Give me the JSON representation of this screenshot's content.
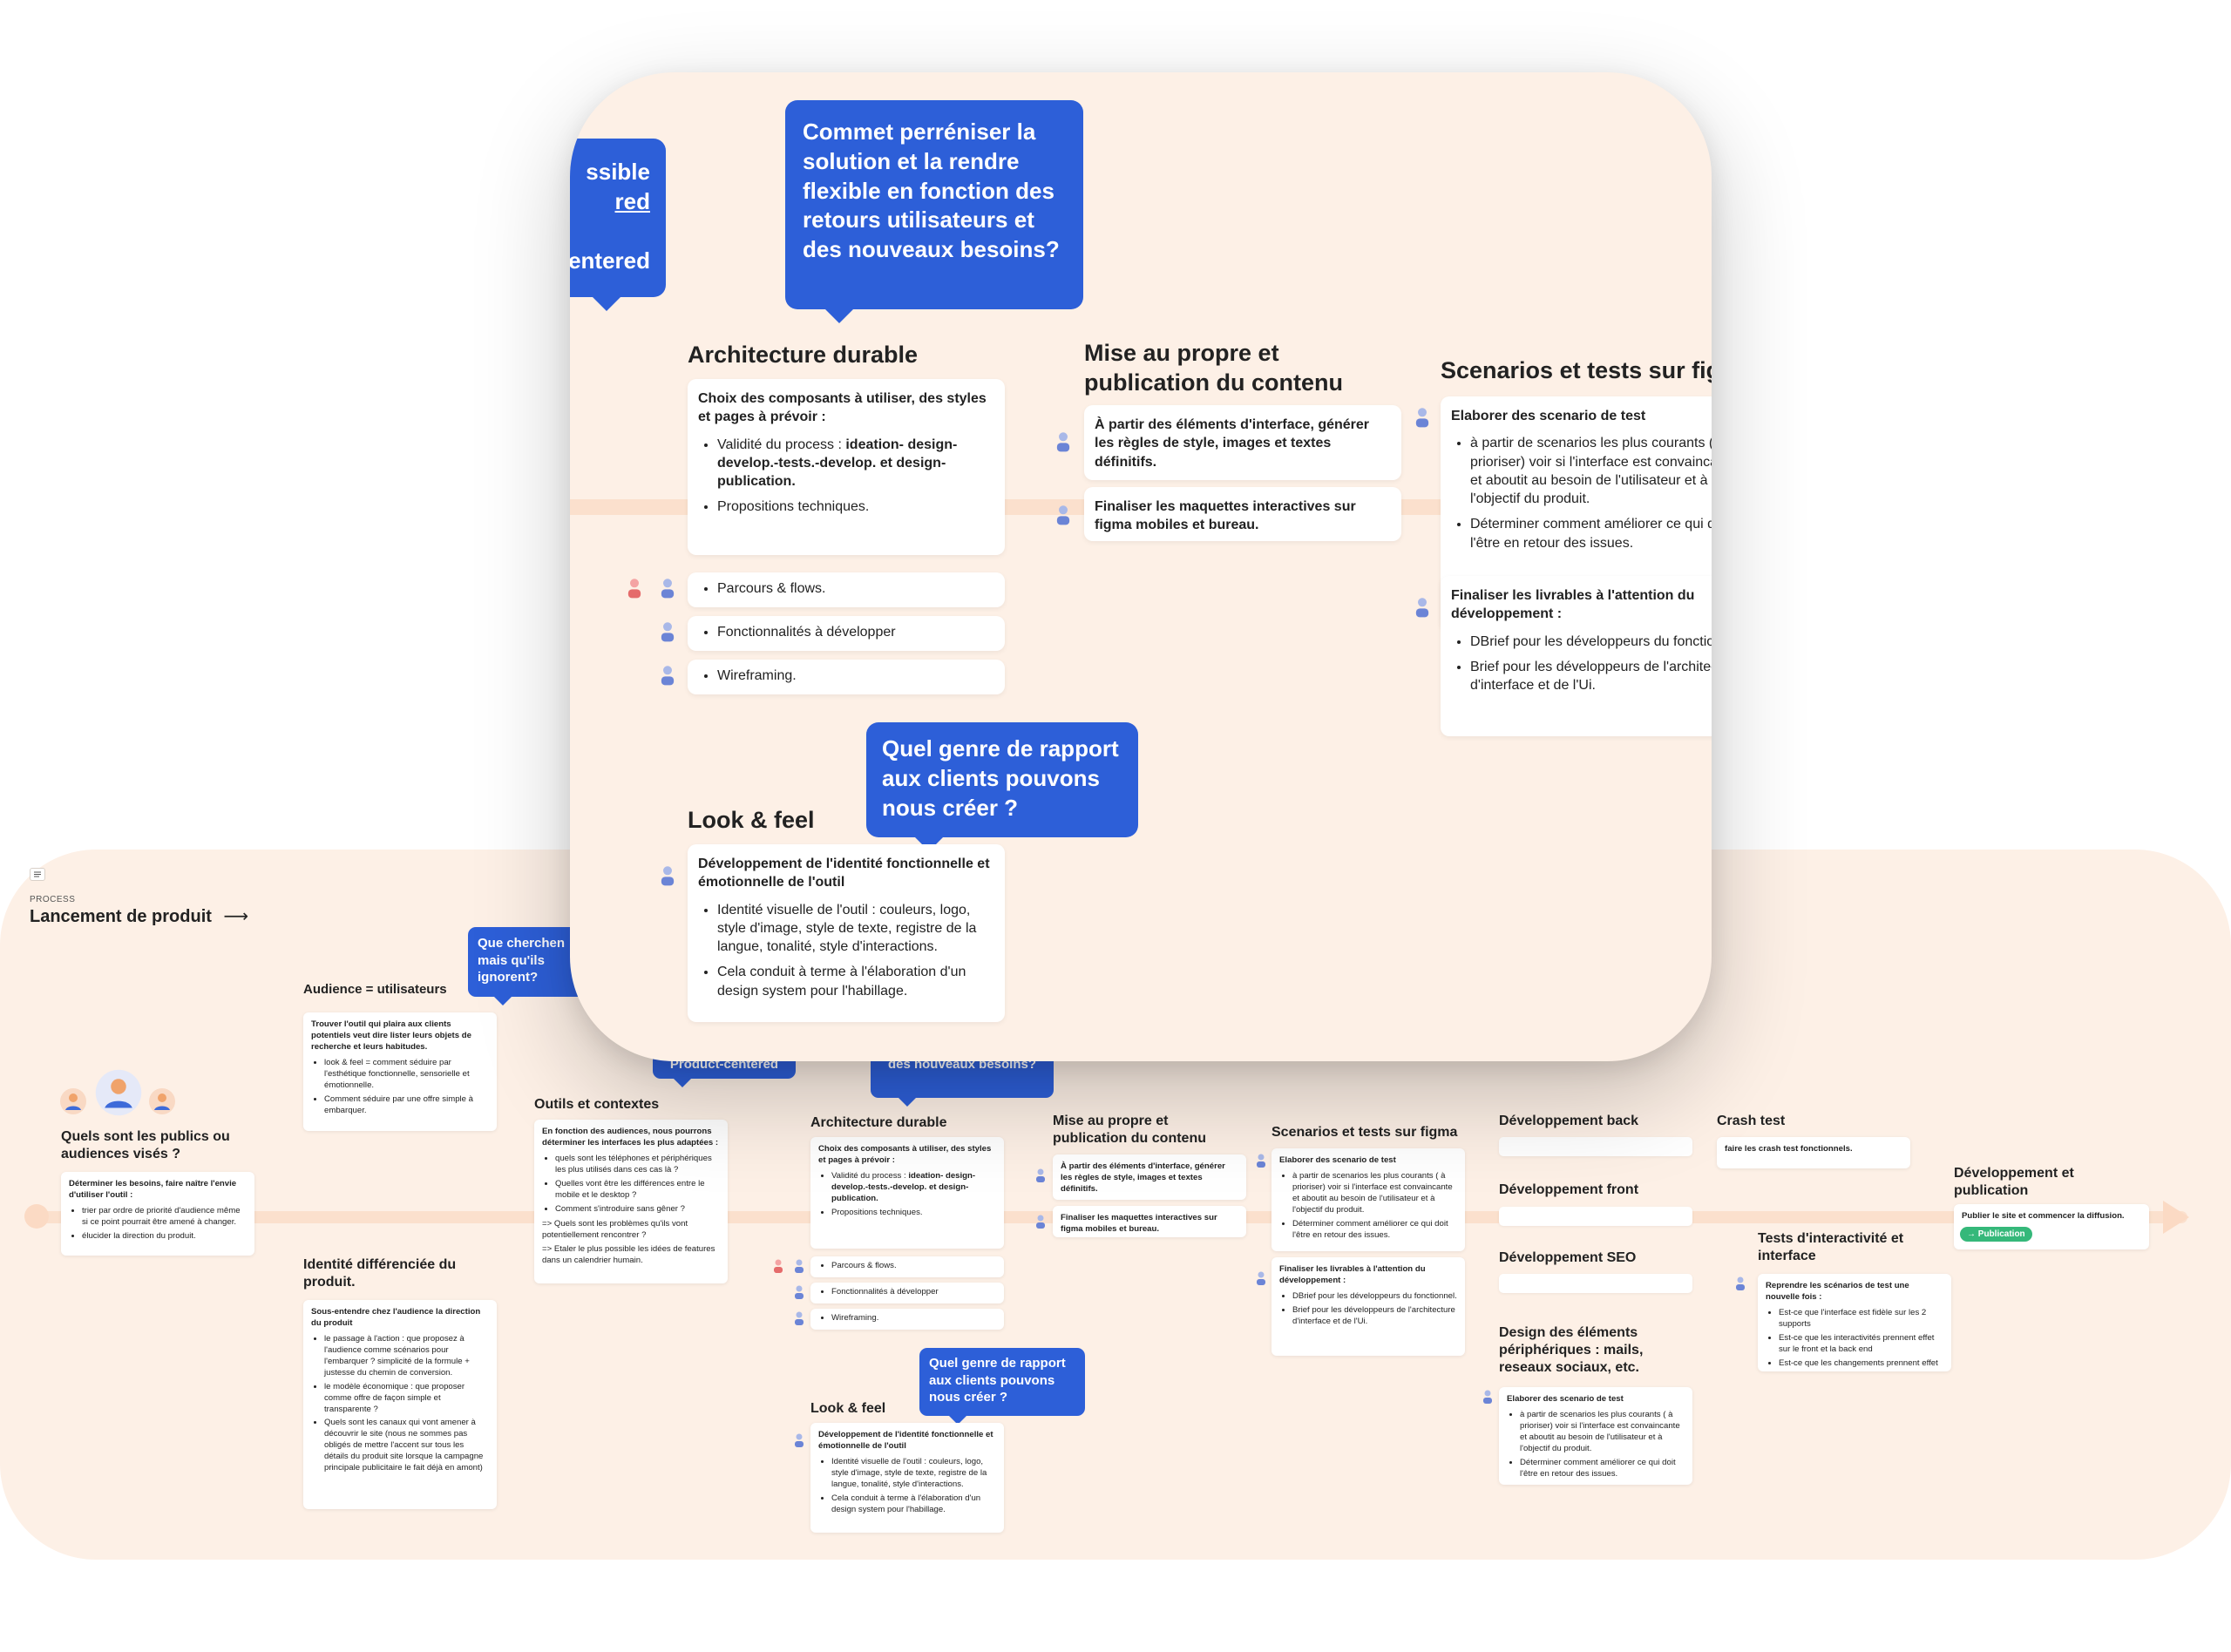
{
  "board": {
    "section_label": "PROCESS",
    "title": "Lancement de produit",
    "title_arrow": "⟶"
  },
  "audiences": {
    "title": "Quels sont les publics ou audiences visés ?",
    "card_title": "Déterminer les besoins, faire naître l'envie d'utiliser l'outil :",
    "items": [
      "trier par ordre de priorité d'audience même si ce point pourrait être amené à changer.",
      "élucider la direction du produit."
    ]
  },
  "users": {
    "title": "Audience = utilisateurs",
    "card_title": "Trouver l'outil qui plaira aux clients potentiels veut dire lister leurs objets de recherche et leurs habitudes.",
    "items": [
      "look & feel = comment séduire par l'esthétique fonctionnelle, sensorielle et émotionnelle.",
      "Comment séduire par une offre simple à embarquer."
    ]
  },
  "identity": {
    "title": "Identité différenciée du produit.",
    "card_title": "Sous-entendre chez l'audience la direction du produit",
    "items": [
      "le passage à l'action : que proposez à l'audience comme scénarios pour l'embarquer ?  simplicité de la formule + justesse du chemin de conversion.",
      "le modèle économique : que proposer comme offre de façon simple et transparente ?",
      "Quels sont les canaux qui vont amener à découvrir le site (nous ne sommes pas obligés de mettre l'accent sur tous les détails du produit site lorsque la campagne principale publicitaire le fait déjà en amont)"
    ]
  },
  "tools": {
    "title": "Outils et contextes",
    "card_title": "En fonction des audiences, nous pourrons déterminer les interfaces les plus adaptées :",
    "items": [
      "quels sont les téléphones et périphériques les plus utilisés dans ces cas là ?",
      "Quelles vont être les différences entre le mobile et le desktop ?",
      "Comment s'introduire sans gêner ?"
    ],
    "extra1": "=> Quels sont les problèmes qu'ils vont potentiellement rencontrer ?",
    "extra2": "=> Etaler le plus possible les idées de features dans un calendrier humain."
  },
  "bubbles": {
    "que_cherchent": "Que cherchent-ils mais qu'ils ignorent?",
    "que_cherchent_short": "Que cherchen mais qu'ils ignorent?",
    "product_centered": "Product-centered",
    "nouveaux_besoins": "des nouveaux besoins?",
    "quel_genre": "Quel genre de rapport aux clients pouvons nous créer ?",
    "perenniser": "Commet perréniser la solution et la rendre flexible en fonction des retours utilisateurs et des nouveaux besoins?",
    "left_partial": "ssible red entered"
  },
  "architecture": {
    "title": "Architecture durable",
    "card_title": "Choix des composants à utiliser, des styles et pages à prévoir :",
    "item1_prefix": "Validité du process : ",
    "item1_bold": "ideation- design-develop.-tests.-develop. et design-publication.",
    "item2": "Propositions techniques.",
    "parcours": "Parcours & flows.",
    "fonctionnalites": "Fonctionnalités à développer",
    "wireframing": "Wireframing."
  },
  "look": {
    "title": "Look & feel",
    "card_title": "Développement de l'identité fonctionnelle et émotionnelle de l'outil",
    "items": [
      "Identité visuelle de l'outil : couleurs, logo, style d'image, style de texte, registre de la langue, tonalité, style d'interactions.",
      "Cela conduit à terme à l'élaboration d'un design system pour l'habillage."
    ]
  },
  "publication_contenu": {
    "title": "Mise au propre et publication du contenu",
    "card1": "À partir des éléments d'interface, générer les règles de style, images et textes définitifs.",
    "card2": "Finaliser les maquettes interactives sur figma mobiles et bureau."
  },
  "scenarios": {
    "title": "Scenarios et tests sur figma",
    "title_partial": "Scenarios et tests sur fig",
    "card_title": "Elaborer des scenario de test",
    "items": [
      "à partir de scenarios les plus courants ( à prioriser) voir si l'interface est convaincante et aboutit au besoin de l'utilisateur et à l'objectif du produit.",
      "Déterminer comment améliorer ce qui doit l'être en retour des issues."
    ],
    "livrables_title": "Finaliser les livrables à l'attention du développement :",
    "livrables_items": [
      "DBrief pour les développeurs du fonctionnel.",
      "Brief pour les développeurs de l'architecture d'interface et de l'Ui."
    ]
  },
  "dev": {
    "back": "Développement back",
    "front": "Développement front",
    "seo": "Développement SEO",
    "peripheral_title": "Design des éléments périphériques : mails, reseaux sociaux, etc.",
    "peripheral_card_title": "Elaborer des scenario de test",
    "peripheral_items": [
      "à partir de scenarios les plus courants ( à prioriser) voir si l'interface est convaincante et aboutit au besoin de l'utilisateur et à l'objectif du produit.",
      "Déterminer comment améliorer ce qui doit l'être en retour des issues."
    ]
  },
  "crash": {
    "title": "Crash test",
    "card": "faire les crash test fonctionnels."
  },
  "interactivity": {
    "title": "Tests d'interactivité et interface",
    "card_title": "Reprendre les scénarios de test une nouvelle fois :",
    "items": [
      "Est-ce que l'interface est fidèle sur les 2 supports",
      "Est-ce que les interactivités prennent effet sur le front et la back end",
      "Est-ce que les changements prennent effet"
    ]
  },
  "final": {
    "title": "Développement et publication",
    "card": "Publier le site et commencer la diffusion.",
    "pill": "→ Publication"
  },
  "colors": {
    "board": "#fdf0e6",
    "timeline": "#fbe0cd",
    "bubble": "#2d5fd8",
    "pill": "#35b87a"
  },
  "icons": [
    "menu-icon",
    "person-icon",
    "arrow-right-icon"
  ]
}
